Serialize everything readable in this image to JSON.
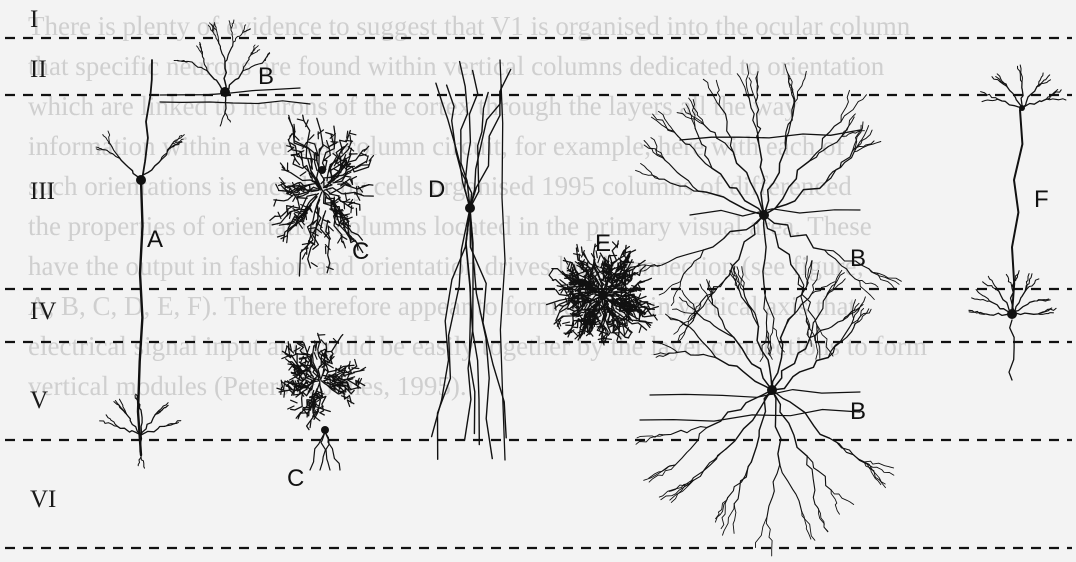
{
  "layers": [
    "I",
    "II",
    "III",
    "IV",
    "V",
    "VI"
  ],
  "neurons": {
    "a": "A",
    "b_top": "B",
    "b_right_upper": "B",
    "b_right_lower": "B",
    "c_upper": "C",
    "c_lower": "C",
    "d": "D",
    "e": "E",
    "f": "F"
  },
  "background_text": [
    "There is plenty of evidence to suggest that V1 is organised into the ocular column",
    "that specific neurons are found within vertical columns dedicated to orientation",
    "which are linked to neurons of the cortex through the layers all the way",
    "information within a vertical column circuit, for example, here with each of",
    "such orientations is encoded by cells organised 1995 columns of differenced",
    "the properties of orientation columns located in the primary visual area. These",
    "have the output in fashion and orientation drives local connection (see figure;",
    "A, B, C, D, E, F). There therefore appear to form distinct in vertical axis that",
    "electrical signal input and could be easily together by the layer connections to form",
    "vertical modules (Peters & Jones, 1995)."
  ],
  "colors": {
    "ink": "#111111",
    "background": "#f3f3f3",
    "faded_text": "#cfcfcf"
  }
}
